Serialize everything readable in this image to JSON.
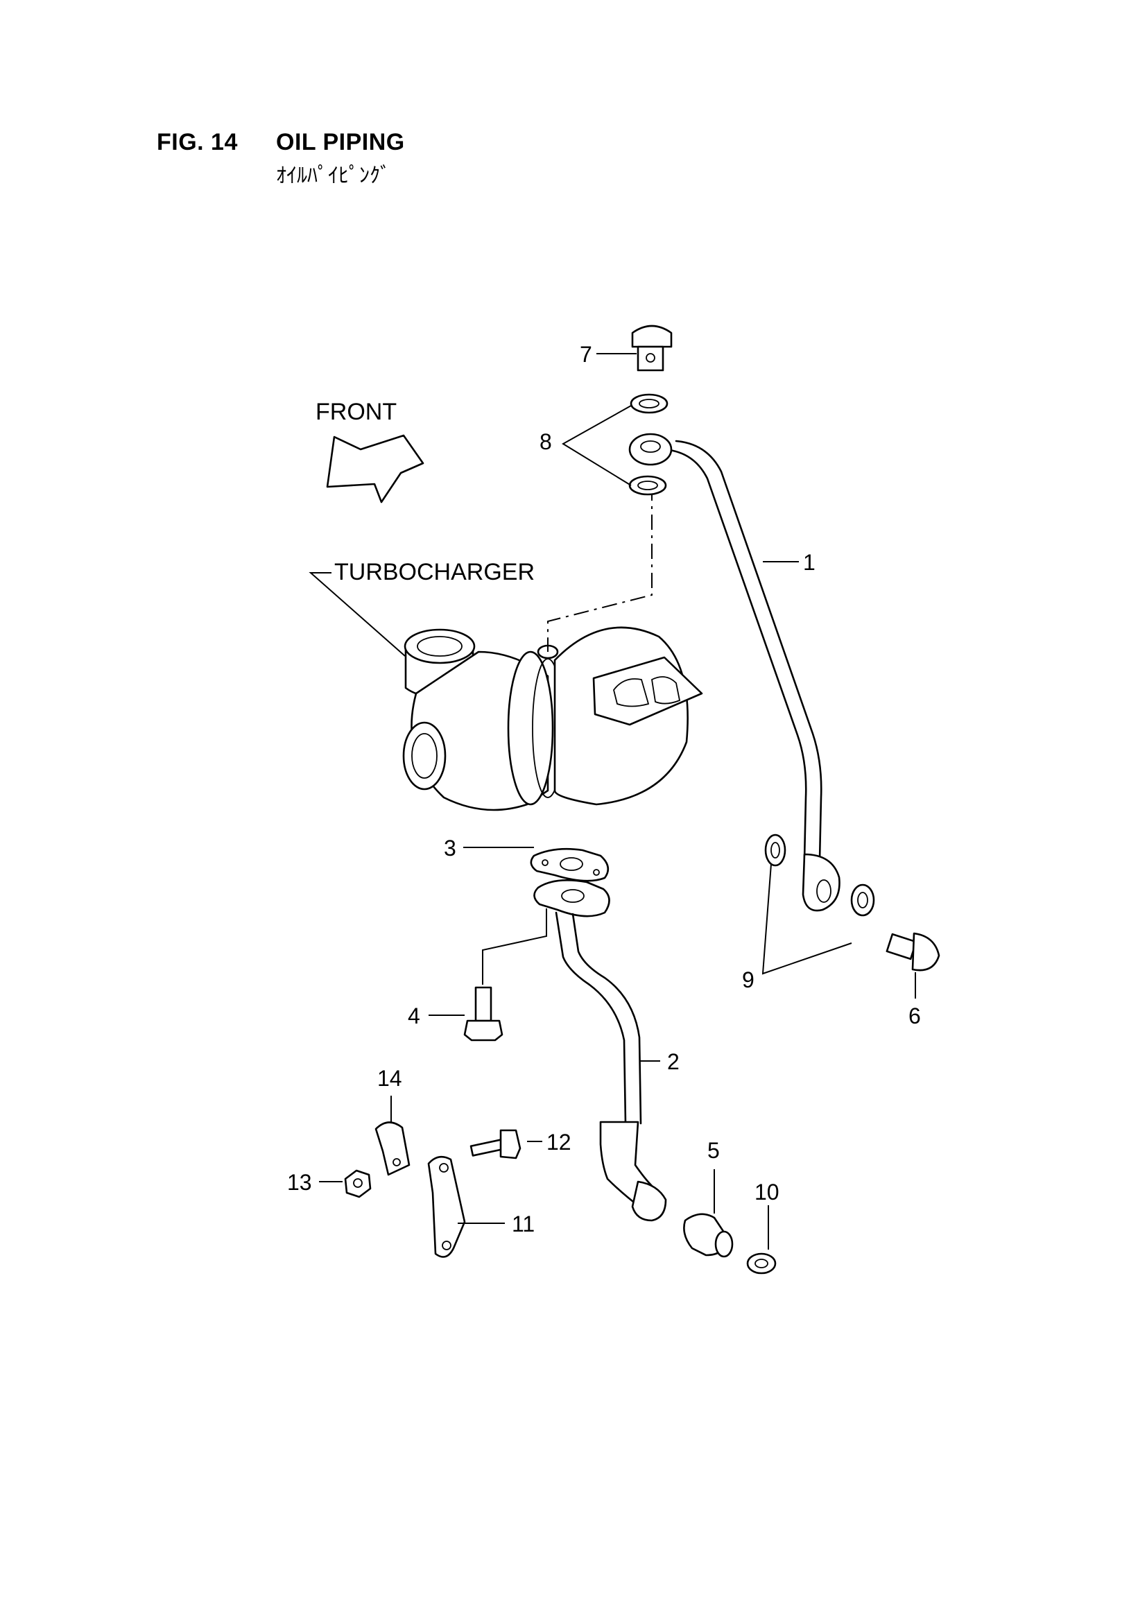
{
  "header": {
    "figure_number": "FIG. 14",
    "title": "OIL PIPING",
    "subtitle": "ｵｲﾙﾊﾟｲﾋﾟﾝｸﾞ"
  },
  "diagram": {
    "front_label": "FRONT",
    "turbocharger_label": "TURBOCHARGER",
    "callouts": [
      "1",
      "2",
      "3",
      "4",
      "5",
      "6",
      "7",
      "8",
      "9",
      "10",
      "11",
      "12",
      "13",
      "14"
    ]
  }
}
